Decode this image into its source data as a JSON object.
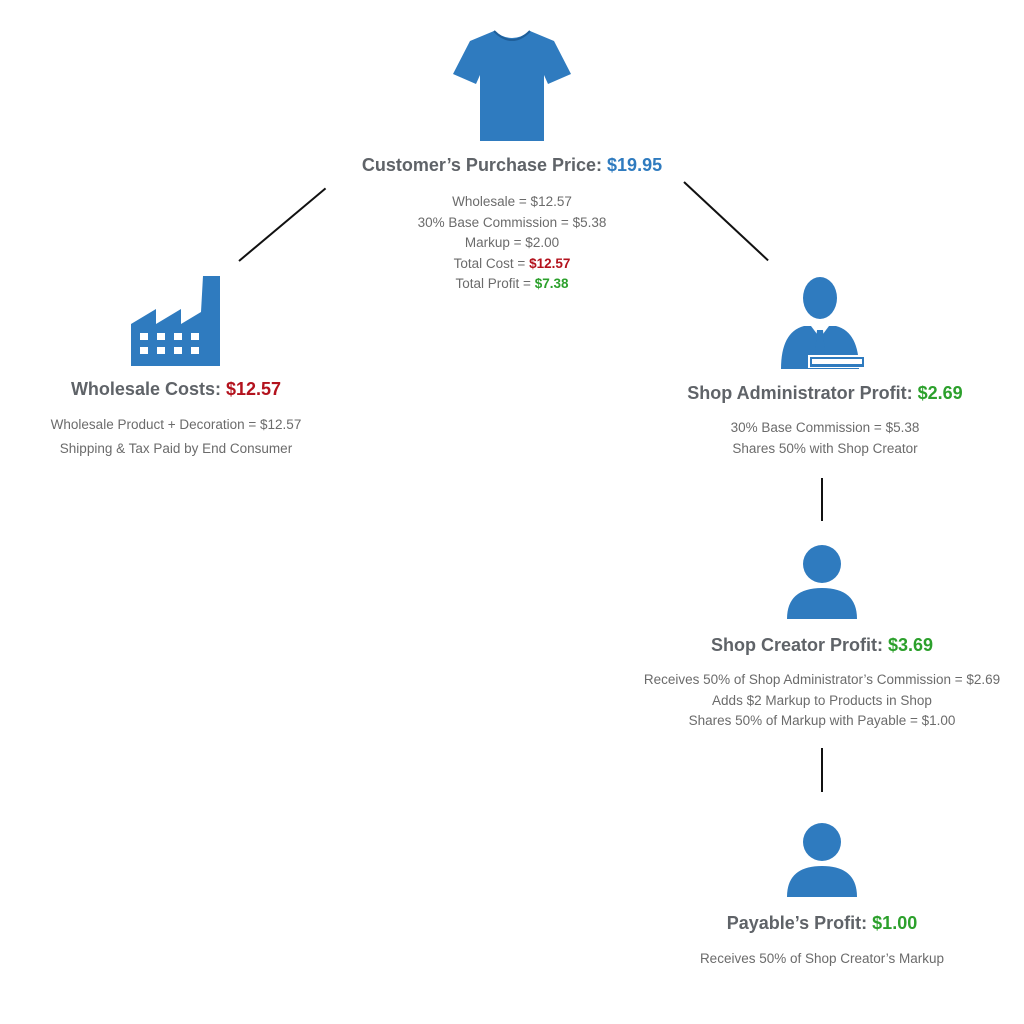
{
  "customer": {
    "title": "Customer’s Purchase Price:",
    "amount": "$19.95",
    "lines": [
      {
        "text": "Wholesale = $12.57",
        "value": ""
      },
      {
        "text": "30% Base Commission = $5.38",
        "value": ""
      },
      {
        "text": "Markup = $2.00",
        "value": ""
      },
      {
        "text": "Total Cost = ",
        "value": "$12.57"
      },
      {
        "text": "Total Profit = ",
        "value": "$7.38"
      }
    ]
  },
  "wholesale": {
    "title": "Wholesale Costs:",
    "amount": "$12.57",
    "lines": [
      "Wholesale Product + Decoration = $12.57",
      "Shipping & Tax Paid by End Consumer"
    ]
  },
  "admin": {
    "title": "Shop Administrator Profit:",
    "amount": "$2.69",
    "lines": [
      "30% Base Commission = $5.38",
      "Shares 50% with Shop Creator"
    ]
  },
  "creator": {
    "title": "Shop Creator Profit:",
    "amount": "$3.69",
    "lines": [
      "Receives 50% of Shop Administrator’s Commission = $2.69",
      "Adds $2 Markup to Products in Shop",
      "Shares 50% of Markup with Payable = $1.00"
    ]
  },
  "payable": {
    "title": "Payable’s Profit:",
    "amount": "$1.00",
    "lines": [
      "Receives 50% of Shop Creator’s Markup"
    ]
  },
  "colors": {
    "icon": "#2f7bbf",
    "price": "#2f7bbf",
    "cost": "#b3121d",
    "profit": "#2ca02c",
    "connector": "#111111"
  },
  "icons": {
    "customer": "tshirt-icon",
    "wholesale": "factory-icon",
    "admin": "businessman-icon",
    "creator": "person-icon",
    "payable": "person-icon"
  }
}
